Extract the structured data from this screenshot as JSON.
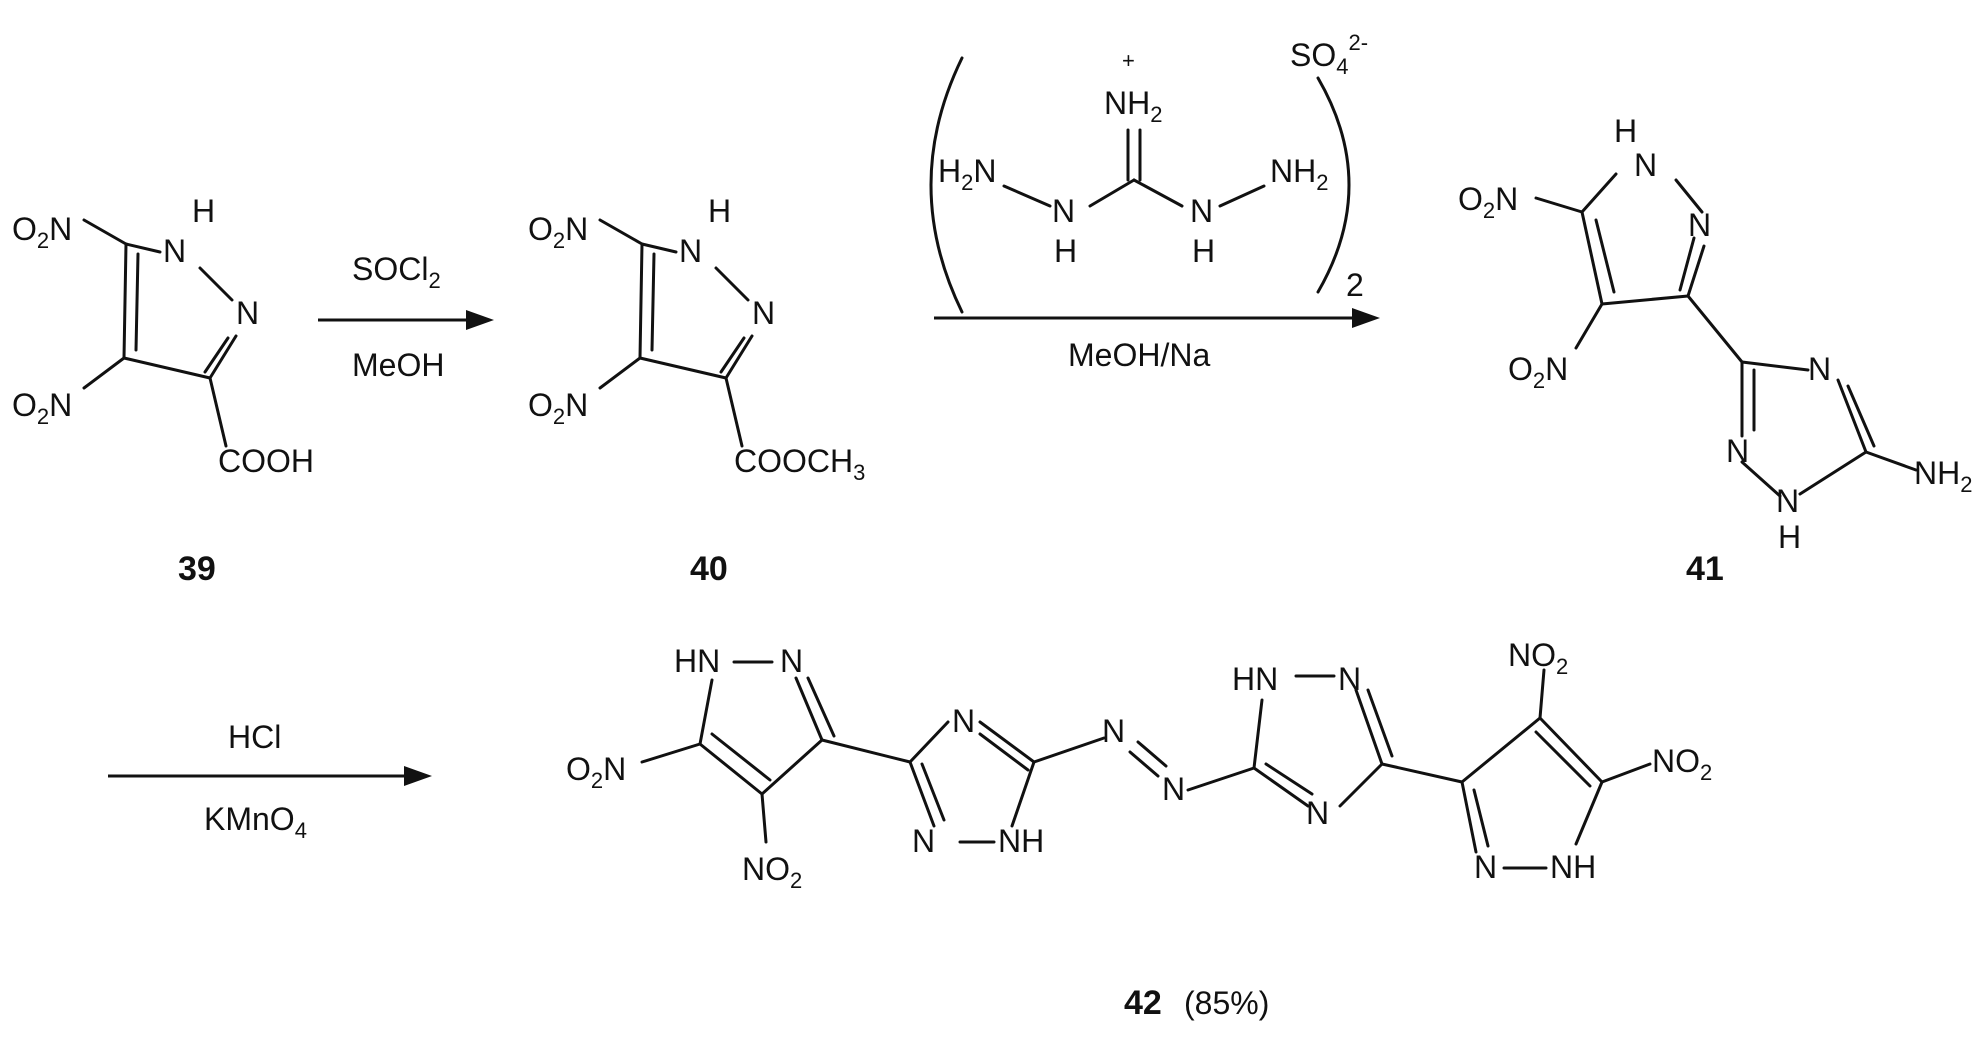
{
  "reagents": {
    "step1_top_a": "SOCl",
    "step1_top_sub": "2",
    "step1_bottom": "MeOH",
    "step2_bottom": "MeOH/Na",
    "step2_coef": "2",
    "step2_counter": "SO",
    "step2_counter_sub": "4",
    "step2_counter_sup": "2-",
    "step2_plus": "+",
    "step3_top": "HCl",
    "step3_bottom_a": "KMnO",
    "step3_bottom_sub": "4"
  },
  "compounds": {
    "c39": "39",
    "c40": "40",
    "c41": "41",
    "c42": "42",
    "c42_yield": "(85%)"
  },
  "atoms": {
    "O": "O",
    "N": "N",
    "NH": "NH",
    "HN": "HN",
    "H": "H",
    "two": "2",
    "COOH": "COOH",
    "COOCH": "COOCH",
    "three": "3",
    "NH2_N": "NH",
    "H2N": "H",
    "NO": "NO"
  }
}
